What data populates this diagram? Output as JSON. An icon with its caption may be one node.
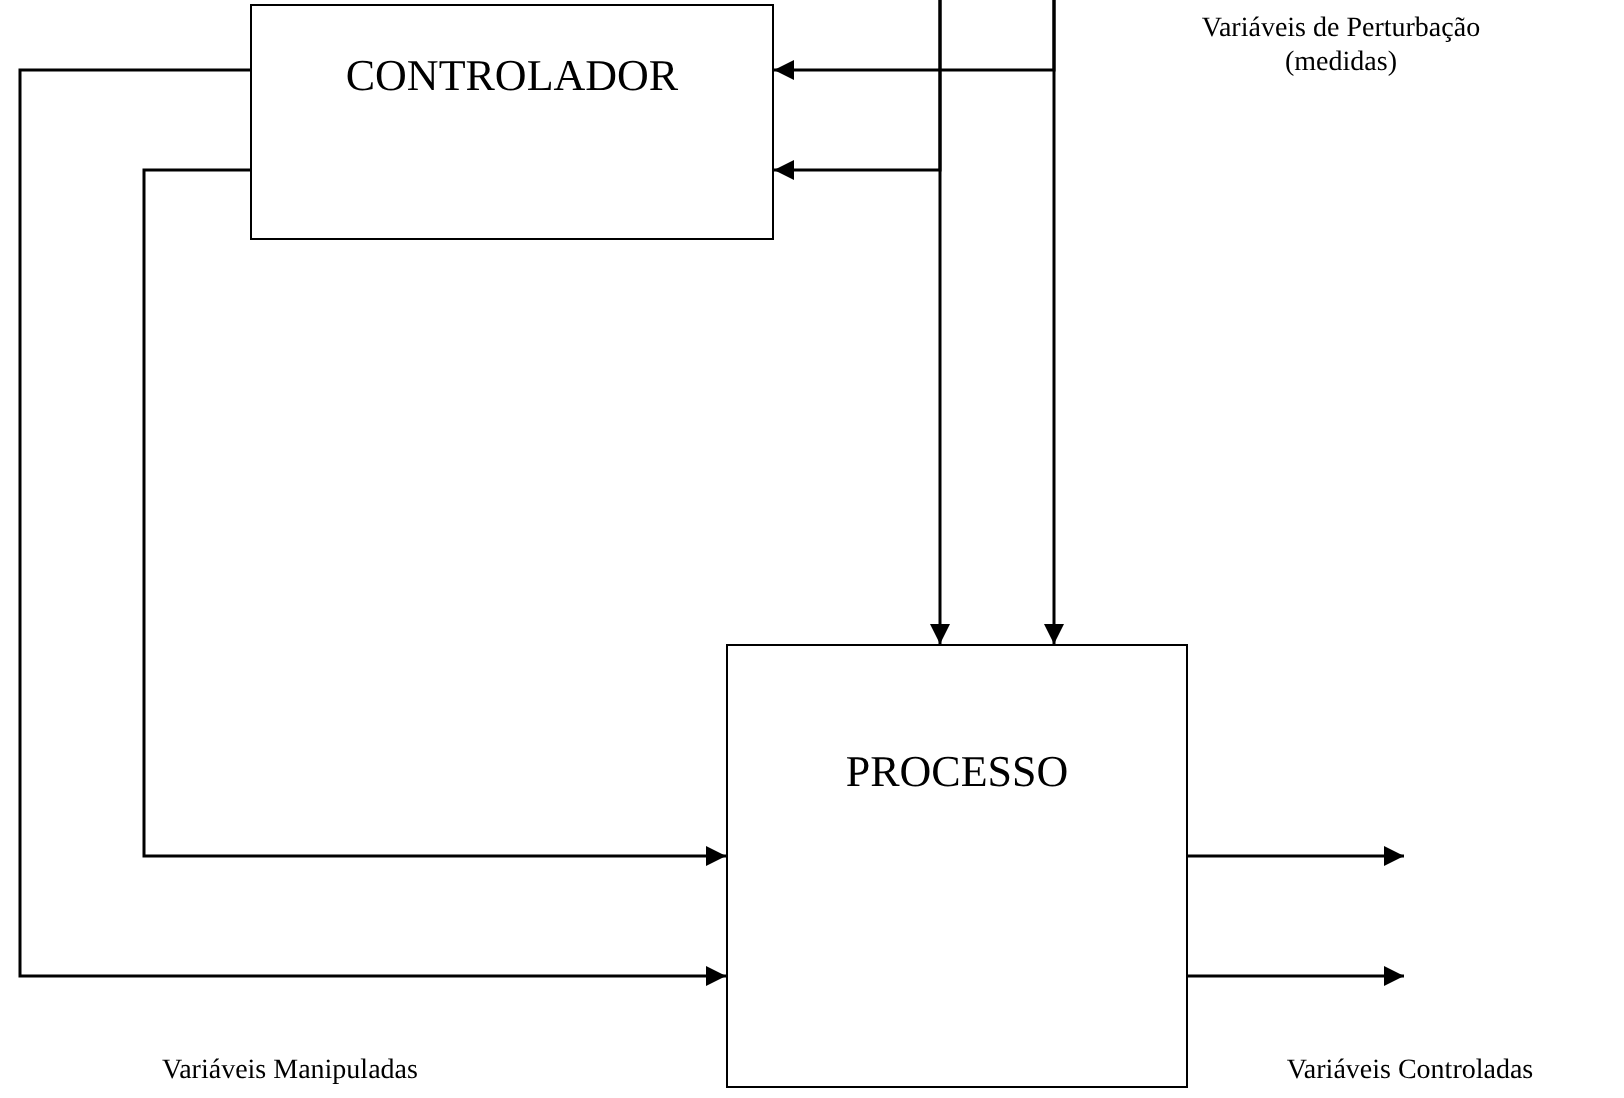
{
  "diagram": {
    "nodes": [
      {
        "text": [
          "CONTROLADOR"
        ]
      },
      {
        "text": [
          "PROCESSO"
        ]
      }
    ],
    "edges": [
      {
        "from": null,
        "to": 0,
        "arrow": "to"
      },
      {
        "from": null,
        "to": 1,
        "arrow": "to"
      },
      {
        "from": null,
        "to": 0,
        "arrow": "to"
      },
      {
        "from": null,
        "to": 1,
        "arrow": "to"
      },
      {
        "from": 0,
        "to": 1,
        "arrow": "to"
      },
      {
        "from": 0,
        "to": 1,
        "arrow": "to"
      },
      {
        "from": 1,
        "to": null,
        "arrow": "to"
      },
      {
        "from": 1,
        "to": null,
        "arrow": "to"
      }
    ],
    "labels": [
      "Variáveis de Perturbação (medidas)",
      "Variáveis Manipuladas",
      "Variáveis Controladas"
    ]
  }
}
